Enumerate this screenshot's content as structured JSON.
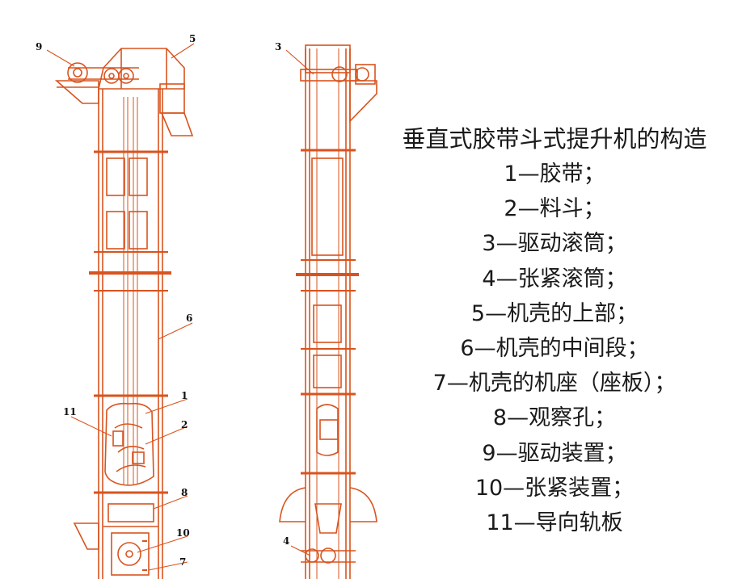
{
  "legend": {
    "title": "垂直式胶带斗式提升机的构造",
    "items": [
      "1—胶带；",
      "2—料斗；",
      "3—驱动滚筒；",
      "4—张紧滚筒；",
      "5—机壳的上部；",
      "6—机壳的中间段；",
      "7—机壳的机座（座板）；",
      "8—观察孔；",
      "9—驱动装置；",
      "10—张紧装置；",
      "11—导向轨板"
    ]
  },
  "callouts": {
    "n1": "1",
    "n2": "2",
    "n3": "3",
    "n4": "4",
    "n5": "5",
    "n6": "6",
    "n7": "7",
    "n8": "8",
    "n9": "9",
    "n10": "10",
    "n11": "11"
  },
  "colors": {
    "line": "#d9531e",
    "text": "#1a1a1a",
    "background": "#ffffff"
  }
}
